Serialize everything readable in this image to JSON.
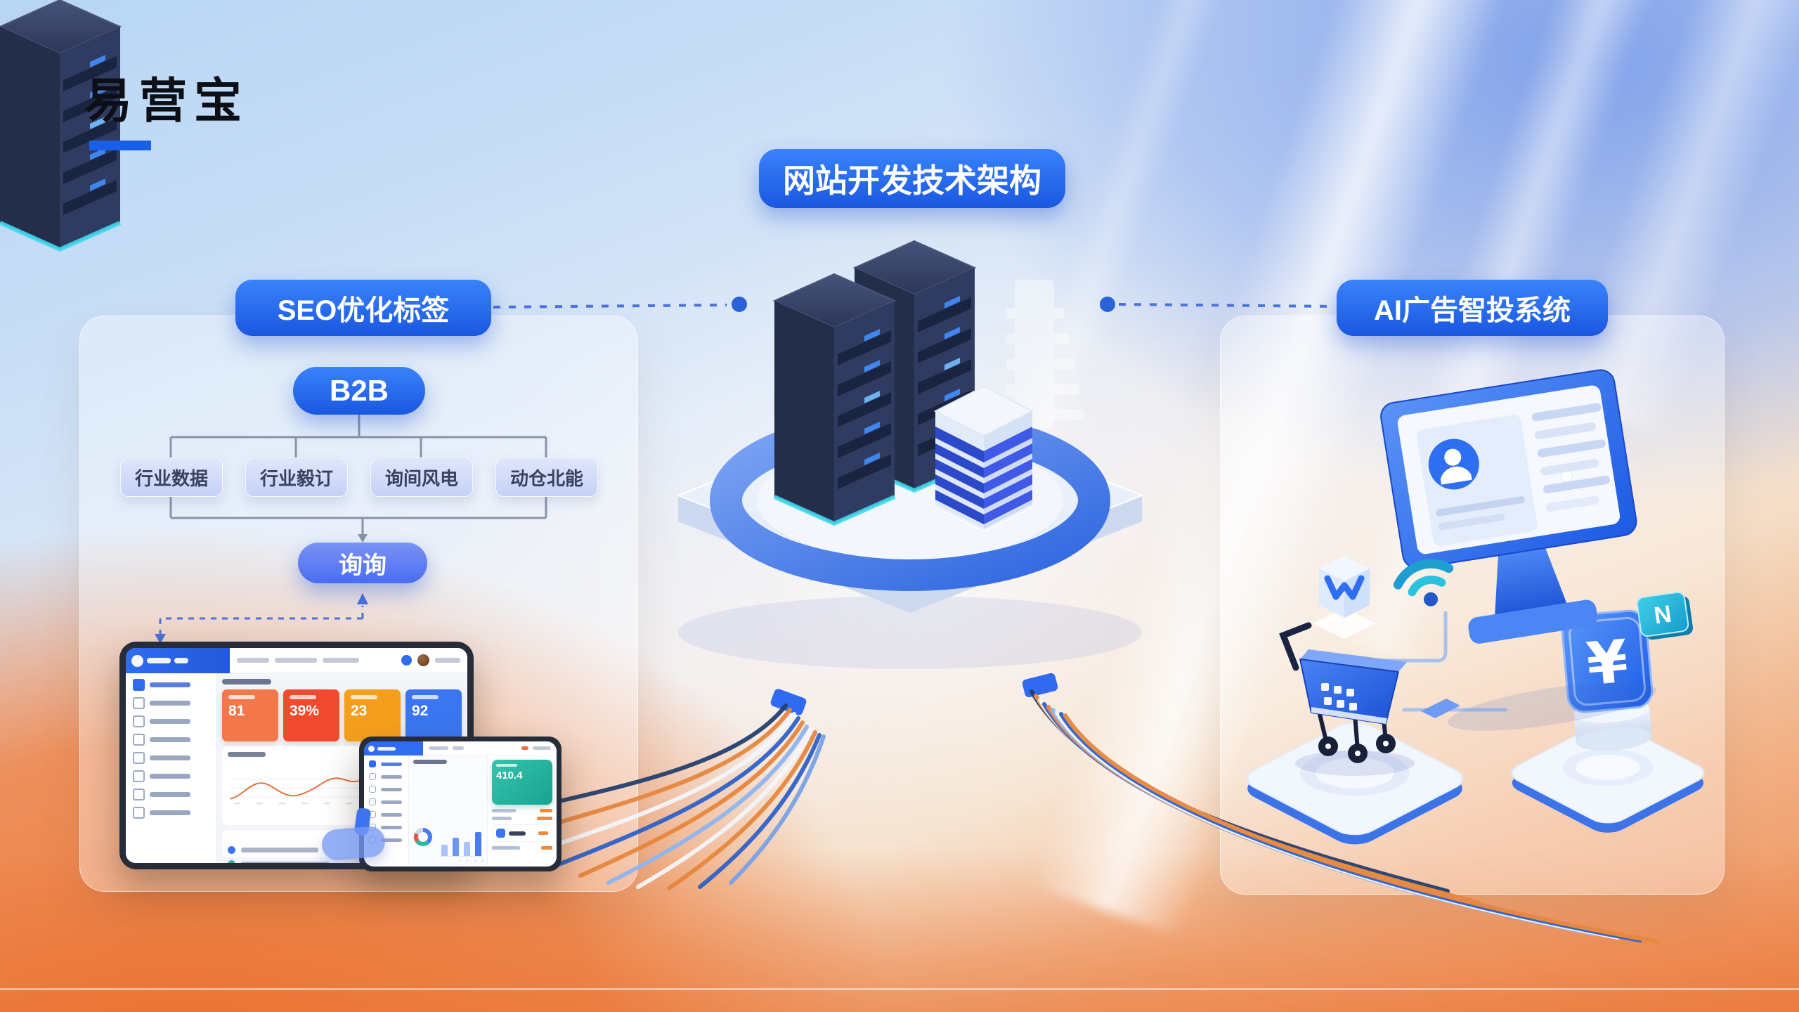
{
  "page": {
    "title": "易营宝"
  },
  "badges": {
    "architecture": "网站开发技术架构",
    "seo": "SEO优化标签",
    "ai": "AI广告智投系统"
  },
  "seo_tree": {
    "root": "B2B",
    "children": [
      "行业数据",
      "行业毅订",
      "询间风电",
      "动仓北能"
    ],
    "result": "询询"
  },
  "icons": {
    "yuan": "¥",
    "letter_n": "N"
  },
  "dashboard_large": {
    "stats": [
      {
        "value": "81",
        "color": "#f2774a"
      },
      {
        "value": "39%",
        "color": "#f04b2e"
      },
      {
        "value": "23",
        "color": "#f5a01d"
      },
      {
        "value": "92",
        "color": "#3b76f0"
      }
    ],
    "bars": [
      {
        "h": 58,
        "color": "#3b76f0"
      },
      {
        "h": 40,
        "color": "#3b76f0"
      },
      {
        "h": 28,
        "color": "#9dbcf6"
      }
    ]
  },
  "dashboard_small": {
    "kpi": "410.4",
    "donut": {
      "segments": [
        {
          "color": "#4a7bf0",
          "pct": 38
        },
        {
          "color": "#2bb8a0",
          "pct": 27
        },
        {
          "color": "#e05545",
          "pct": 17
        },
        {
          "color": "#cdd6e8",
          "pct": 18
        }
      ]
    },
    "bars": [
      {
        "h": 16,
        "color": "#a9c3f8"
      },
      {
        "h": 26,
        "color": "#6d96f4"
      },
      {
        "h": 20,
        "color": "#a9c3f8"
      },
      {
        "h": 34,
        "color": "#4a7bf0"
      }
    ]
  },
  "colors": {
    "accent_blue": "#1e63e9",
    "bg_orange": "#ee7a40",
    "teal": "#2fbfa8"
  }
}
